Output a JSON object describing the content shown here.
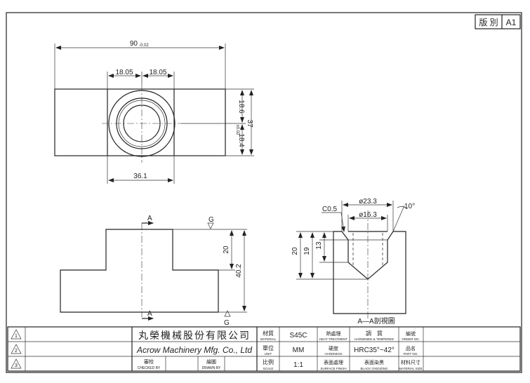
{
  "revision": {
    "label": "版 別",
    "value": "A1"
  },
  "top_view": {
    "dim_overall_width": "90",
    "dim_overall_tol": "-0.02",
    "dim_left_half": "18.05",
    "dim_right_half": "18.05",
    "dim_upper": "18.6",
    "dim_lower": "18.4",
    "dim_lower_tol": "±0.02",
    "dim_total_height": "37",
    "dim_center_width": "36.1"
  },
  "front_view": {
    "section_a_top": "A",
    "section_a_bottom": "A",
    "grind_top": "G",
    "grind_bottom": "G",
    "dim_upper": "20",
    "dim_total": "40.2"
  },
  "section_view": {
    "dim_outer_diameter": "ø23.3",
    "dim_inner_diameter": "ø16.3",
    "chamfer": "C0.5",
    "angle": "10°",
    "dim_depth_20": "20",
    "dim_depth_19": "19",
    "dim_depth_13": "13",
    "caption": "A—A剖視圖"
  },
  "title_block": {
    "rev_symbols": [
      "1",
      "2",
      "3"
    ],
    "company_cn": "丸榮機械股份有限公司",
    "company_en": "Acrow Machinery Mfg. Co., Ltd",
    "checked_cn": "審校",
    "checked_en": "CHECKED BY",
    "drawn_cn": "繪圖",
    "drawn_en": "DRAWN BY",
    "material_cn": "材質",
    "material_en": "MATERIAL",
    "material_value": "S45C",
    "unit_cn": "單位",
    "unit_en": "UNIT",
    "unit_value": "MM",
    "scale_cn": "比例",
    "scale_en": "SCALE",
    "scale_value": "1:1",
    "heat_cn": "熱處理",
    "heat_en": "HEAT TREATMENT",
    "heat_value_cn": "調　質",
    "heat_value_en": "HARDENED & TEMPERED",
    "hardness_cn": "硬度",
    "hardness_en": "HARDNESS",
    "hardness_value": "HRC35°~42°",
    "surface_cn": "表面處理",
    "surface_en": "SURFACE FINISH",
    "surface_value_cn": "表面染黑",
    "surface_value_en": "BLACK OXIDIZING",
    "order_cn": "編號",
    "order_en": "ORDER NO.",
    "part_cn": "品名",
    "part_en": "PART NO.",
    "matsize_cn": "材料尺寸",
    "matsize_en": "MATERIAL SIZE"
  }
}
